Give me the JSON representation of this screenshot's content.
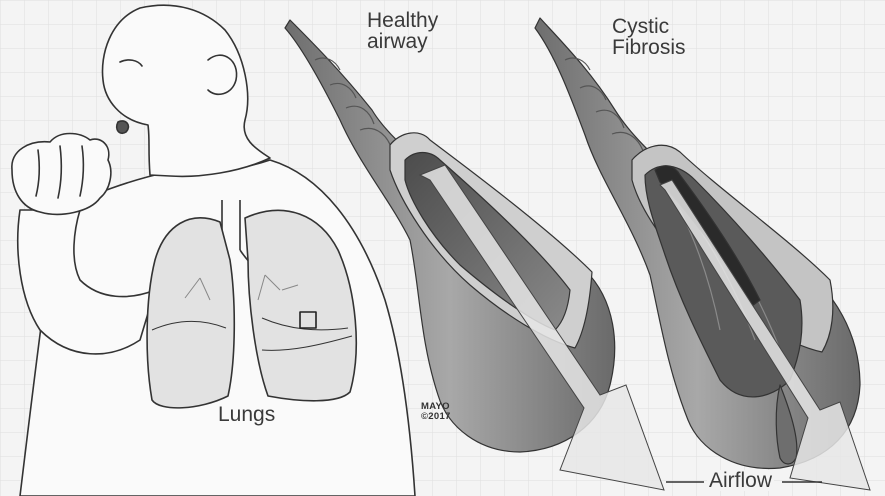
{
  "labels": {
    "healthy_line1": "Healthy",
    "healthy_line2": "airway",
    "cf_line1": "Cystic",
    "cf_line2": "Fibrosis",
    "lungs": "Lungs",
    "airflow": "Airflow",
    "credit_line1": "MAYO",
    "credit_line2": "©2017"
  },
  "colors": {
    "background": "#f4f4f4",
    "grid": "#dedede",
    "line": "#333333",
    "outer_wall": "#8c8c8c",
    "inner_wall": "#c9c9c9",
    "lumen": "#6a6a6a",
    "mucus": "#5a5a5a",
    "arrow": "#e6e6e6"
  }
}
